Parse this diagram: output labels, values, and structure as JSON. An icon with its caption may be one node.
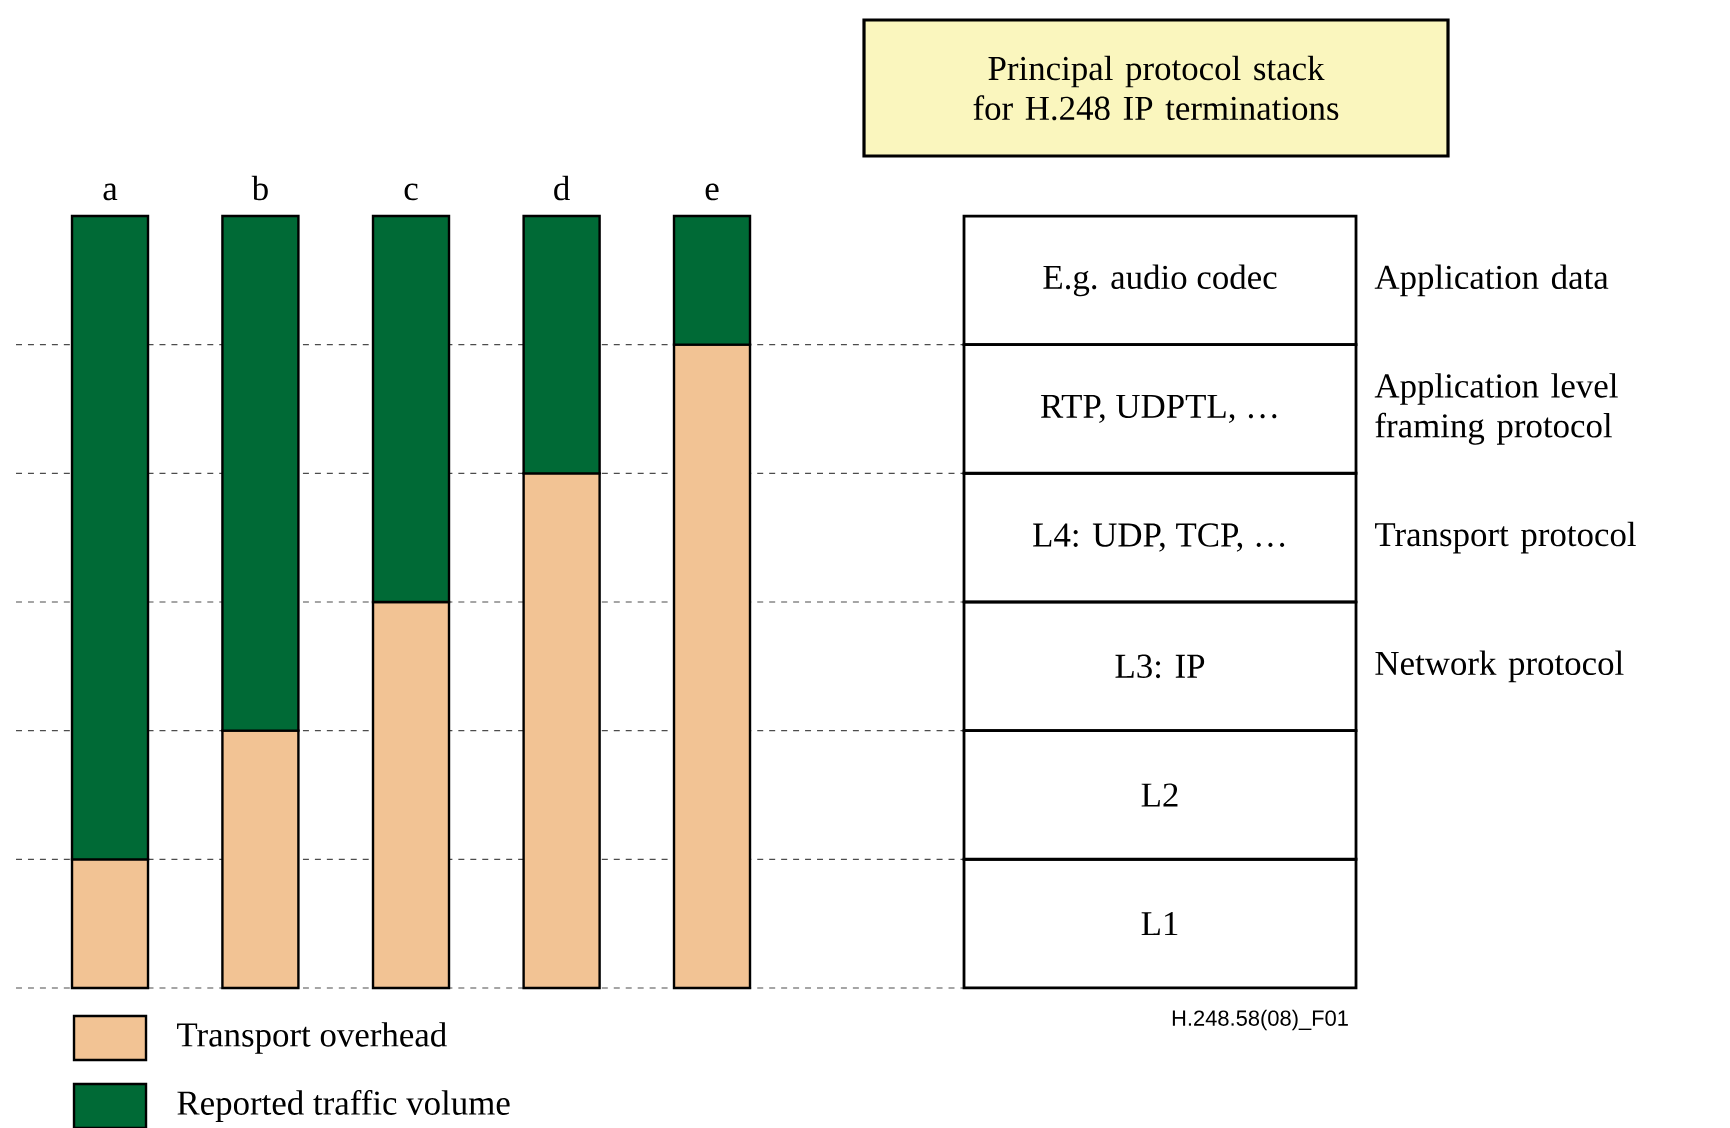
{
  "diagram": {
    "nodes": [
      {
        "text": [
          "Principal protocol stack for H.248 IP terminations"
        ]
      },
      {
        "text": [
          "E.g. audio codec"
        ],
        "beside": [
          "Application data"
        ]
      },
      {
        "text": [
          "RTP, UDPTL, …"
        ],
        "beside": [
          "Application level framing protocol"
        ]
      },
      {
        "text": [
          "L4: UDP, TCP, …"
        ],
        "beside": [
          "Transport protocol"
        ]
      },
      {
        "text": [
          "L3: IP"
        ],
        "beside": [
          "Network protocol"
        ]
      },
      {
        "text": [
          "L2"
        ]
      },
      {
        "text": [
          "L1"
        ]
      }
    ],
    "labels": [
      "a",
      "b",
      "c",
      "d",
      "e",
      "H.248.58(08)_F01"
    ],
    "legend": [
      {
        "text": "Transport overhead",
        "color": "#f2c394"
      },
      {
        "text": "Reported traffic volume",
        "color": "#006a36"
      }
    ]
  }
}
